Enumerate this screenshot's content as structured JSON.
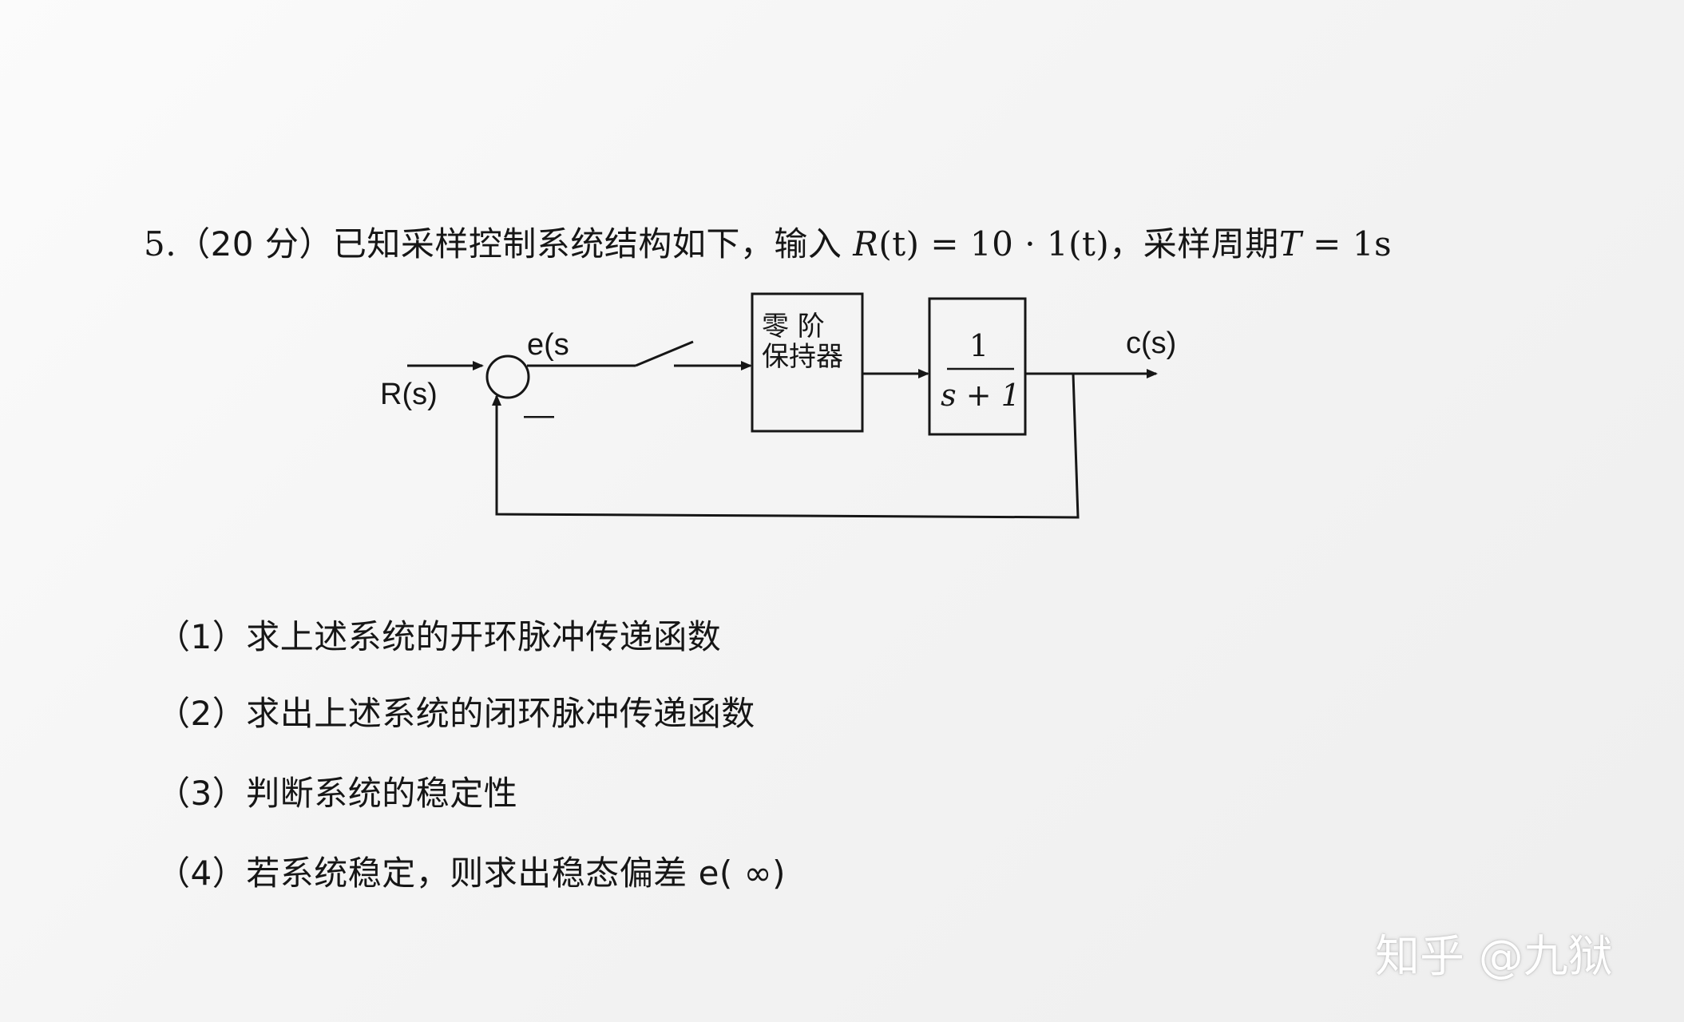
{
  "problem": {
    "number": "5.",
    "points": "（20 分）",
    "text_a": "已知采样控制系统结构如下，输入",
    "math_r": "R",
    "math_r_paren": "(t) = 10 · 1(t)",
    "text_b": "，采样周期",
    "math_t": "T",
    "math_t_val": " = 1s"
  },
  "diagram": {
    "input_label": "R(s)",
    "error_label": "e(s",
    "minus_sign": "—",
    "zoh_line1": "零 阶",
    "zoh_line2": "保持器",
    "plant_numerator": "1",
    "plant_denominator": "s + 1",
    "output_label": "c(s)"
  },
  "questions": [
    "（1）求上述系统的开环脉冲传递函数",
    "（2）求出上述系统的闭环脉冲传递函数",
    "（3）判断系统的稳定性",
    "（4）若系统稳定，则求出稳态偏差 e( ∞)"
  ],
  "watermark": "知乎 @九狱"
}
